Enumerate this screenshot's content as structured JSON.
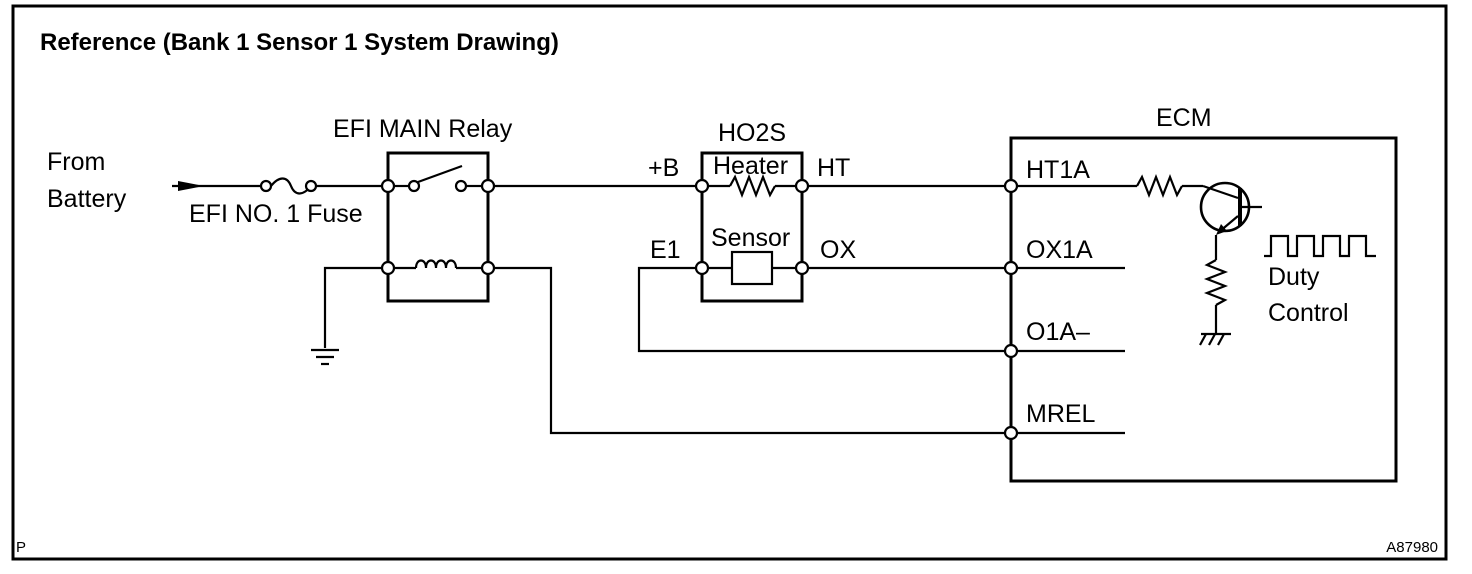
{
  "diagram": {
    "title": "Reference (Bank 1 Sensor 1 System Drawing)",
    "source_label_line1": "From",
    "source_label_line2": "Battery",
    "fuse_label": "EFI NO. 1 Fuse",
    "relay_label": "EFI MAIN Relay",
    "ho2s_label": "HO2S",
    "heater_label": "Heater",
    "sensor_label": "Sensor",
    "terminals": {
      "plus_b": "+B",
      "ht": "HT",
      "e1": "E1",
      "ox": "OX"
    },
    "ecm_label": "ECM",
    "ecm_pins": [
      "HT1A",
      "OX1A",
      "O1A–",
      "MREL"
    ],
    "duty_line1": "Duty",
    "duty_line2": "Control",
    "corner_left": "P",
    "corner_right": "A87980"
  }
}
